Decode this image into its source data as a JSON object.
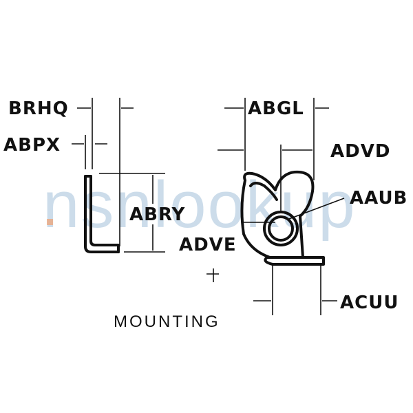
{
  "watermark": "nsnlookup",
  "caption": "MOUNTING",
  "dimension_labels": {
    "brhq": "BRHQ",
    "abpx": "ABPX",
    "abry": "ABRY",
    "abgl": "ABGL",
    "advd": "ADVD",
    "aaub": "AAUB",
    "adve": "ADVE",
    "acuu": "ACUU"
  }
}
